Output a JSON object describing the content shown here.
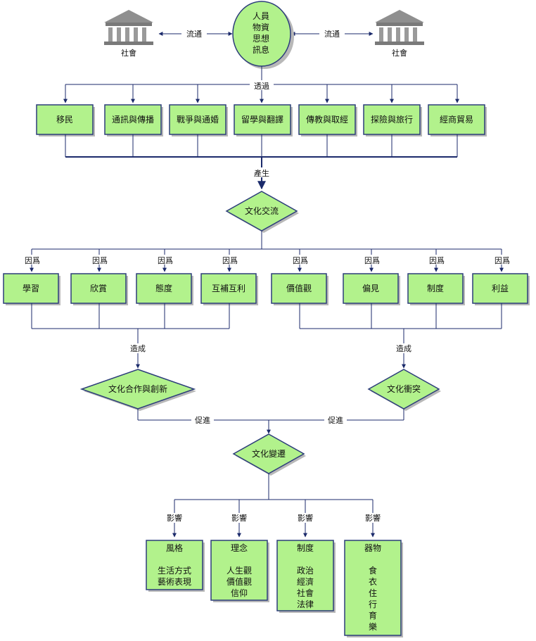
{
  "society_left": "社會",
  "society_right": "社會",
  "center_node": [
    "人員",
    "物資",
    "思想",
    "訊息"
  ],
  "flow_label_left": "流通",
  "flow_label_right": "流通",
  "through_label": "透過",
  "channels": [
    "移民",
    "通訊與傳播",
    "戰爭與通婚",
    "留學與翻譯",
    "傳教與取經",
    "探險與旅行",
    "經商貿易"
  ],
  "produce_label": "產生",
  "exchange_node": "文化交流",
  "because_label": "因爲",
  "positive_factors": [
    "學習",
    "欣賞",
    "態度",
    "互補互利"
  ],
  "negative_factors": [
    "價值觀",
    "偏見",
    "制度",
    "利益"
  ],
  "cause_label": "造成",
  "cooperation_node": "文化合作與創新",
  "conflict_node": "文化衝突",
  "promote_label": "促進",
  "change_node": "文化變遷",
  "influence_label": "影響",
  "outcomes": [
    {
      "title": "風格",
      "items": [
        "生活方式",
        "藝術表現"
      ]
    },
    {
      "title": "理念",
      "items": [
        "人生觀",
        "價值觀",
        "信仰"
      ]
    },
    {
      "title": "制度",
      "items": [
        "政治",
        "經濟",
        "社會",
        "法律"
      ]
    },
    {
      "title": "器物",
      "items": [
        "食",
        "衣",
        "住",
        "行",
        "育",
        "樂"
      ]
    }
  ],
  "colors": {
    "node_fill": "#b2f28c",
    "node_border": "#2c3d7a",
    "connector": "#1b2a6b",
    "shadow": "#b8b8b8",
    "building": "#8f8f8f"
  },
  "icons": [
    "bank-building-icon",
    "bank-building-icon"
  ]
}
